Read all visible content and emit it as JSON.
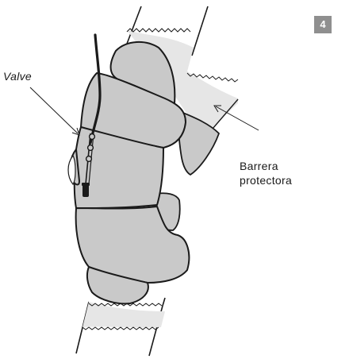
{
  "step_number": "4",
  "labels": {
    "valve": "Valve",
    "barrier_line1": "Barrera",
    "barrier_line2": "protectora"
  },
  "colors": {
    "pad_fill": "#c9c9c9",
    "barrier_fill": "#e6e6e6",
    "outline": "#1a1a1a",
    "badge_bg": "#8f8f8f"
  },
  "icons": {
    "step_badge": "square-number-badge",
    "arrows": "pointer-arrow"
  }
}
